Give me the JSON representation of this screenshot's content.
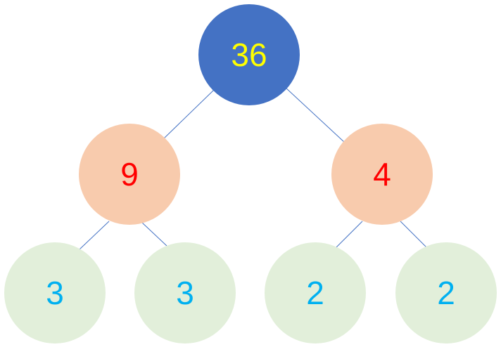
{
  "tree": {
    "root": {
      "value": "36"
    },
    "left": {
      "value": "9",
      "children": [
        {
          "value": "3"
        },
        {
          "value": "3"
        }
      ]
    },
    "right": {
      "value": "4",
      "children": [
        {
          "value": "2"
        },
        {
          "value": "2"
        }
      ]
    }
  },
  "colors": {
    "root_fill": "#4472C4",
    "root_text": "#FFFF00",
    "middle_fill": "#F8CBAD",
    "middle_text": "#FF0000",
    "leaf_fill": "#E2EFDA",
    "leaf_text": "#00B0F0",
    "edge": "#4472C4"
  }
}
